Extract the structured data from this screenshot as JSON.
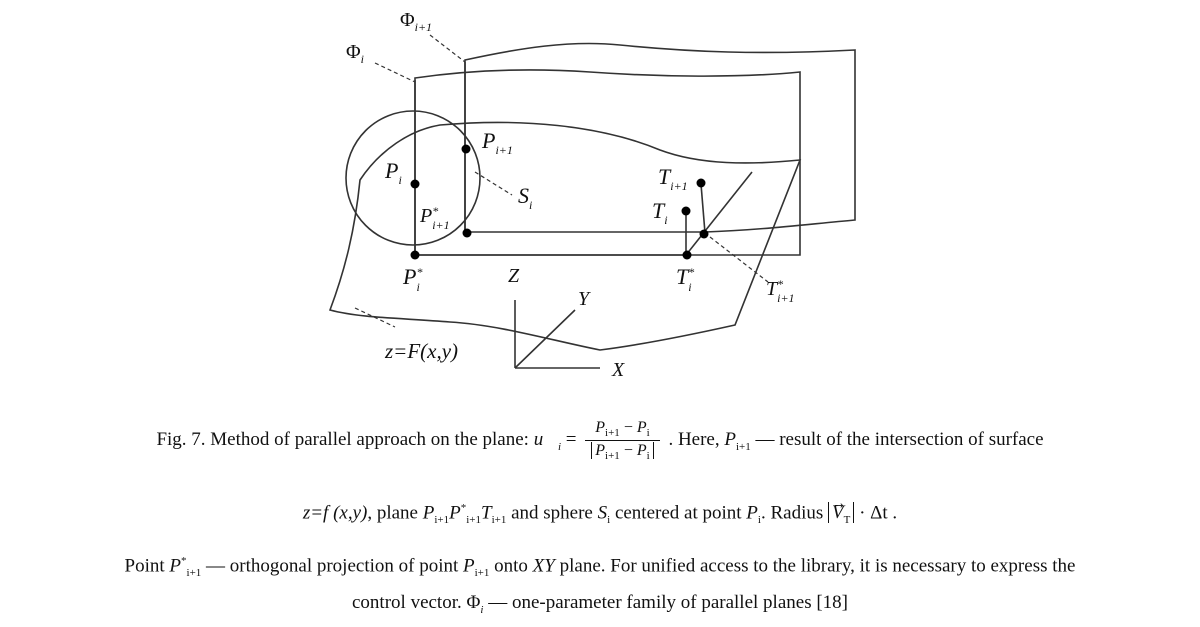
{
  "figure": {
    "labels": {
      "phi_i": "Φ",
      "phi_i_sub": "i",
      "phi_i1": "Φ",
      "phi_i1_sub": "i+1",
      "p_i": "P",
      "p_i_sub": "i",
      "p_i1": "P",
      "p_i1_sub": "i+1",
      "p_star_i1": "P",
      "p_star_i1_sup": "*",
      "p_star_i1_sub": "i+1",
      "p_star_i": "P",
      "p_star_i_sup": "*",
      "p_star_i_sub": "i",
      "s_i": "S",
      "s_i_sub": "i",
      "t_i1": "T",
      "t_i1_sub": "i+1",
      "t_i": "T",
      "t_i_sub": "i",
      "t_star_i": "T",
      "t_star_i_sup": "*",
      "t_star_i_sub": "i",
      "t_star_i1": "T",
      "t_star_i1_sup": "*",
      "t_star_i1_sub": "i+1",
      "axis_z": "Z",
      "axis_y": "Y",
      "axis_x": "X",
      "surface": "z=F(x,y)"
    }
  },
  "caption": {
    "line1_prefix": "Fig. 7. Method of parallel approach on the plane:",
    "u_symbol": "u",
    "u_sub": "i",
    "equals": "=",
    "num_a": "P",
    "num_a_sub": "i+1",
    "num_minus": "−",
    "num_b": "P",
    "num_b_sub": "i",
    "den_a": "P",
    "den_a_sub": "i+1",
    "den_minus": "−",
    "den_b": "P",
    "den_b_sub": "i",
    "line1_suffix_a": ". Here,",
    "line1_p": "P",
    "line1_p_sub": "i+1",
    "line1_suffix_b": "— result of the intersection of surface",
    "line2_z": "z=f (x,y)",
    "line2_a": ", plane",
    "line2_plane": "P",
    "line2_plane_sub1": "i+1",
    "line2_plane_b": "P",
    "line2_plane_sup2": "*",
    "line2_plane_sub2": "i+1",
    "line2_plane_c": "T",
    "line2_plane_sub3": "i+1",
    "line2_b": "and sphere",
    "line2_s": "S",
    "line2_s_sub": "i",
    "line2_c": "centered at point",
    "line2_p": "P",
    "line2_p_sub": "i",
    "line2_d": ". Radius",
    "line2_v": "V",
    "line2_v_sub": "T",
    "line2_e": "· Δt",
    "line2_end": ".",
    "line3_a": "Point",
    "line3_p": "P",
    "line3_p_sup": "*",
    "line3_p_sub": "i+1",
    "line3_b": "— orthogonal projection of point",
    "line3_p2": "P",
    "line3_p2_sub": "i+1",
    "line3_c": "onto",
    "line3_xy": "XY",
    "line3_d": "plane. For unified access to the library, it is necessary to express the",
    "line4_a": "control vector.",
    "line4_phi": "Φ",
    "line4_phi_sub": "i",
    "line4_b": "— one-parameter family of parallel planes [18]"
  }
}
